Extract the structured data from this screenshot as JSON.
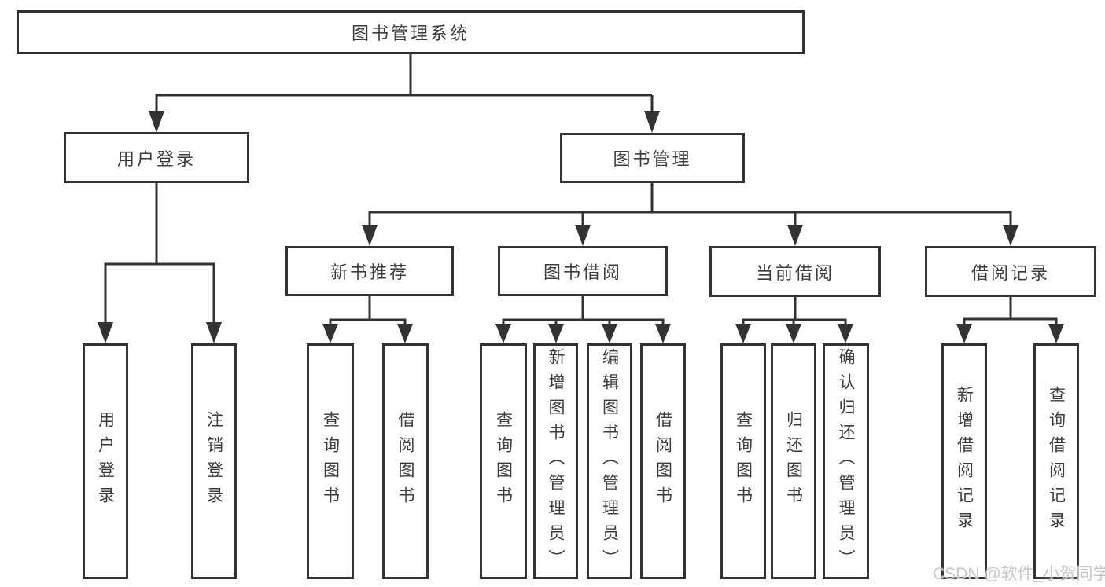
{
  "diagram": {
    "title": "图书管理系统",
    "root": {
      "label": "图书管理系统"
    },
    "branches": [
      {
        "label": "用户登录",
        "children": [
          {
            "label": "用户登录"
          },
          {
            "label": "注销登录"
          }
        ]
      },
      {
        "label": "图书管理",
        "children": [
          {
            "label": "新书推荐",
            "children": [
              {
                "label": "查询图书"
              },
              {
                "label": "借阅图书"
              }
            ]
          },
          {
            "label": "图书借阅",
            "children": [
              {
                "label": "查询图书"
              },
              {
                "label": "新增图书（管理员）"
              },
              {
                "label": "编辑图书（管理员）"
              },
              {
                "label": "借阅图书"
              }
            ]
          },
          {
            "label": "当前借阅",
            "children": [
              {
                "label": "查询图书"
              },
              {
                "label": "归还图书"
              },
              {
                "label": "确认归还（管理员）"
              }
            ]
          },
          {
            "label": "借阅记录",
            "children": [
              {
                "label": "新增借阅记录"
              },
              {
                "label": "查询借阅记录"
              }
            ]
          }
        ]
      }
    ]
  },
  "watermark": {
    "text": "CSDN @软件_小贺同学",
    "color": "#c8c8c8"
  },
  "colors": {
    "line": "#333333",
    "box_border": "#333333",
    "box_fill": "#ffffff",
    "text": "#3c3c3c",
    "background": "#ffffff"
  }
}
